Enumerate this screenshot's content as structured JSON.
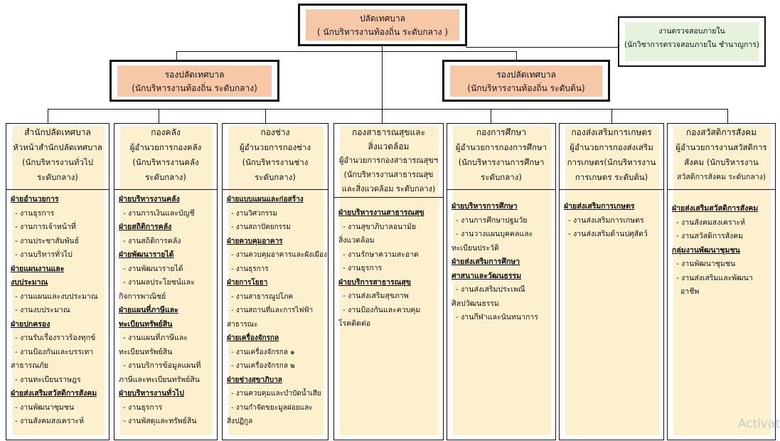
{
  "top": {
    "line1": "ปลัดเทศบาล",
    "line2": "( นักบริหารงานท้องถิ่น ระดับกลาง )"
  },
  "audit": {
    "line1": "งานตรวจสอบภายใน",
    "line2": "(นักวิชาการตรวจสอบภายใน ชำนาญการ)"
  },
  "deputy_left": {
    "line1": "รองปลัดเทศบาล",
    "line2": "(นักบริหารงานท้องถิ่น ระดับกลาง)"
  },
  "deputy_right": {
    "line1": "รองปลัดเทศบาล",
    "line2": "(นักบริหารงานท้องถิ่น ระดับต้น)"
  },
  "columns": [
    {
      "header": [
        "สำนักปลัดเทศบาล",
        "หัวหน้าสำนักปลัดเทศบาล",
        "(นักบริหารงานทั่วไป",
        "ระดับกลาง)"
      ],
      "lines": [
        {
          "t": "ฝ่ายอำนวยการ",
          "s": true
        },
        {
          "t": "- งานธุรการ"
        },
        {
          "t": "- งานการเจ้าหน้าที่"
        },
        {
          "t": "- งานประชาสัมพันธ์"
        },
        {
          "t": "- งานบริหารทั่วไป"
        },
        {
          "t": "ฝ่ายแผนงานและ",
          "s": true
        },
        {
          "t": "งบประมาณ",
          "s": true
        },
        {
          "t": "- งานแผนและงบประมาณ"
        },
        {
          "t": "- งานงบประมาณ"
        },
        {
          "t": "ฝ่ายปกครอง",
          "s": true
        },
        {
          "t": "- งานรับเรื่องราวร้องทุกข์"
        },
        {
          "t": "- งานป้องกันและบรรเทา"
        },
        {
          "t": "สาธารณภัย",
          "c": true
        },
        {
          "t": "- งานทะเบียนราษฎร"
        },
        {
          "t": "ฝ่ายส่งเสริมสวัสดิการสังคม",
          "s": true
        },
        {
          "t": "- งานพัฒนาชุมชน"
        },
        {
          "t": "- งานสังคมสงเคราะห์"
        }
      ]
    },
    {
      "header": [
        "กองคลัง",
        "ผู้อำนวยการกองคลัง",
        "(นักบริหารงานคลัง",
        "ระดับกลาง)"
      ],
      "lines": [
        {
          "t": "ฝ่ายบริหารงานคลัง",
          "s": true
        },
        {
          "t": "- งานการเงินและบัญชี"
        },
        {
          "t": "ฝ่ายสถิติการคลัง",
          "s": true
        },
        {
          "t": "- งานสถิติการคลัง"
        },
        {
          "t": "ฝ่ายพัฒนารายได้",
          "s": true
        },
        {
          "t": "- งานพัฒนารายได้"
        },
        {
          "t": "- งานผลประโยชน์และ"
        },
        {
          "t": "กิจการพาณิชย์",
          "c": true
        },
        {
          "t": "ฝ่ายแผนที่ภาษีและ",
          "s": true
        },
        {
          "t": "ทะเบียนทรัพย์สิน",
          "s": true
        },
        {
          "t": "- งานแผนที่ภาษีและ"
        },
        {
          "t": "ทะเบียนทรัพย์สิน",
          "c": true
        },
        {
          "t": "- งานบริการข้อมูลแผนที่"
        },
        {
          "t": "ภาษีและทะเบียนทรัพย์สิน",
          "c": true
        },
        {
          "t": "ฝ่ายบริหารงานทั่วไป",
          "s": true
        },
        {
          "t": "- งานธุรการ"
        },
        {
          "t": "- งานพัสดุและทรัพย์สิน"
        }
      ]
    },
    {
      "header": [
        "กองช่าง",
        "ผู้อำนวยการกองช่าง",
        "(นักบริหารงานช่าง",
        "ระดับกลาง)"
      ],
      "lines": [
        {
          "t": "ฝ่ายแบบแผนและก่อสร้าง",
          "s": true
        },
        {
          "t": "- งานวิศวกรรม"
        },
        {
          "t": "- งานสถาปัตยกรรม"
        },
        {
          "t": "ฝ่ายควบคุมอาคาร",
          "s": true
        },
        {
          "t": "- งานควบคุมอาคารและผังเมือง"
        },
        {
          "t": "- งานธุรการ"
        },
        {
          "t": "ฝ่ายการโยธา",
          "s": true
        },
        {
          "t": "- งานสาธารณูปโภค"
        },
        {
          "t": "- งานสถานที่และการไฟฟ้า"
        },
        {
          "t": "สาธารณะ",
          "c": true
        },
        {
          "t": "ฝ่ายเครื่องจักรกล",
          "s": true
        },
        {
          "t": "- งานเครื่องจักรกล ๑"
        },
        {
          "t": "- งานเครื่องจักรกล ๒"
        },
        {
          "t": "ฝ่ายช่างสุขาภิบาล",
          "s": true
        },
        {
          "t": "- งานควบคุมและบำบัดน้ำเสีย"
        },
        {
          "t": "- งานกำจัดขยะมูลฝอยและ"
        },
        {
          "t": "สิ่งปฏิกูล",
          "c": true
        }
      ]
    },
    {
      "header": [
        "กองสาธารณสุขและ",
        "สิ่งแวดล้อม",
        "ผู้อำนวยการกองสาธารณสุขฯ",
        "(นักบริหารงานสาธารณสุข",
        "และสิ่งแวดล้อม ระดับกลาง)"
      ],
      "lines": [
        {
          "t": "ฝ่ายบริหารงานสาธารณสุข",
          "s": true
        },
        {
          "t": "- งานสุขาภิบาลอนามัย"
        },
        {
          "t": "สิ่งแวดล้อม",
          "c": true
        },
        {
          "t": "- งานรักษาความสะอาด"
        },
        {
          "t": "- งานธุรการ"
        },
        {
          "t": "ฝ่ายบริการสาธารณสุข",
          "s": true
        },
        {
          "t": "- งานส่งเสริมสุขภาพ"
        },
        {
          "t": "- งานป้องกันและควบคุม"
        },
        {
          "t": "โรคติดต่อ",
          "c": true
        }
      ]
    },
    {
      "header": [
        "กองการศึกษา",
        "ผู้อำนวยการกองการศึกษา",
        "(นักบริหารงานการศึกษา",
        "ระดับกลาง)"
      ],
      "lines": [
        {
          "t": "ฝ่ายบริหารการศึกษา",
          "s": true
        },
        {
          "t": "- งานการศึกษาปฐมวัย"
        },
        {
          "t": "- งานวางแผนบุคคลและ"
        },
        {
          "t": "ทะเบียนประวัติ",
          "c": true
        },
        {
          "t": "ฝ่ายส่งเสริมการศึกษา",
          "s": true
        },
        {
          "t": "ศาสนาและวัฒนธรรม",
          "s": true
        },
        {
          "t": "- งานส่งเสริมประเพณี"
        },
        {
          "t": "ศิลปวัฒนธรรม",
          "c": true
        },
        {
          "t": "- งานกีฬาและนันทนาการ"
        }
      ]
    },
    {
      "header": [
        "กองส่งเสริมการเกษตร",
        "ผู้อำนวยการกองส่งเสริม",
        "การเกษตร(นักบริหารงาน",
        "การเกษตร ระดับต้น)"
      ],
      "lines": [
        {
          "t": "ฝ่ายส่งเสริมการเกษตร",
          "s": true
        },
        {
          "t": "- งานส่งเสริมการเกษตร"
        },
        {
          "t": "- งานส่งเสริมด้านปศุสัตว์"
        }
      ]
    },
    {
      "header": [
        "กองสวัสดิการสังคม",
        "ผู้อำนวยการงานสวัสดิการ",
        "สังคม (นักบริหารงาน",
        "สวัสดิการสังคม ระดับกลาง)"
      ],
      "lines": [
        {
          "t": "ฝ่ายส่งเสริมสวัสดิการสังคม",
          "s": true
        },
        {
          "t": "- งานสังคมสงเคราะห์"
        },
        {
          "t": "- งานสวัสดิการสังคม"
        },
        {
          "t": "กลุ่มงานพัฒนาชุมชน",
          "s": true
        },
        {
          "t": "-    งานพัฒนาชุมชน"
        },
        {
          "t": "-    งานส่งเสริมและพัฒนา"
        },
        {
          "t": "อาชีพ",
          "c": true
        }
      ]
    }
  ],
  "watermark": "Activat"
}
